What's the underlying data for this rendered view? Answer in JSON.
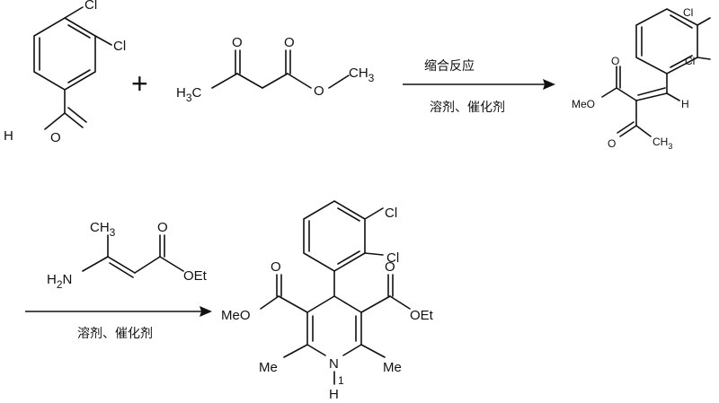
{
  "reaction_1": {
    "plus_sign": "+",
    "condition_above": "缩合反应",
    "condition_below": "溶剂、催化剂"
  },
  "reaction_2": {
    "condition_below": "溶剂、催化剂"
  },
  "benzaldehyde": {
    "cl_top": "Cl",
    "cl_side": "Cl",
    "h": "H",
    "o": "O"
  },
  "acetoacetate": {
    "o_ketone": "O",
    "o_ester": "O",
    "o_ether": "O",
    "h3c": "H",
    "h3c_sub": "3",
    "h3c_c": "C",
    "ch3_c": "CH",
    "ch3_sub": "3"
  },
  "intermediate": {
    "cl_top": "Cl",
    "cl_side": "Cl",
    "o_ester": "O",
    "meo": "MeO",
    "h": "H",
    "o_ketone": "O",
    "ch3_c": "CH",
    "ch3_sub": "3"
  },
  "aminocrotonate": {
    "ch3": "CH3",
    "h2n": "H2N",
    "o": "O",
    "oet": "OEt"
  },
  "product": {
    "cl_top": "Cl",
    "cl_side": "Cl",
    "o_left": "O",
    "meo": "MeO",
    "o_right": "O",
    "oet": "OEt",
    "me_left": "Me",
    "me_right": "Me",
    "n": "N",
    "ring_number": "1",
    "h": "H"
  }
}
